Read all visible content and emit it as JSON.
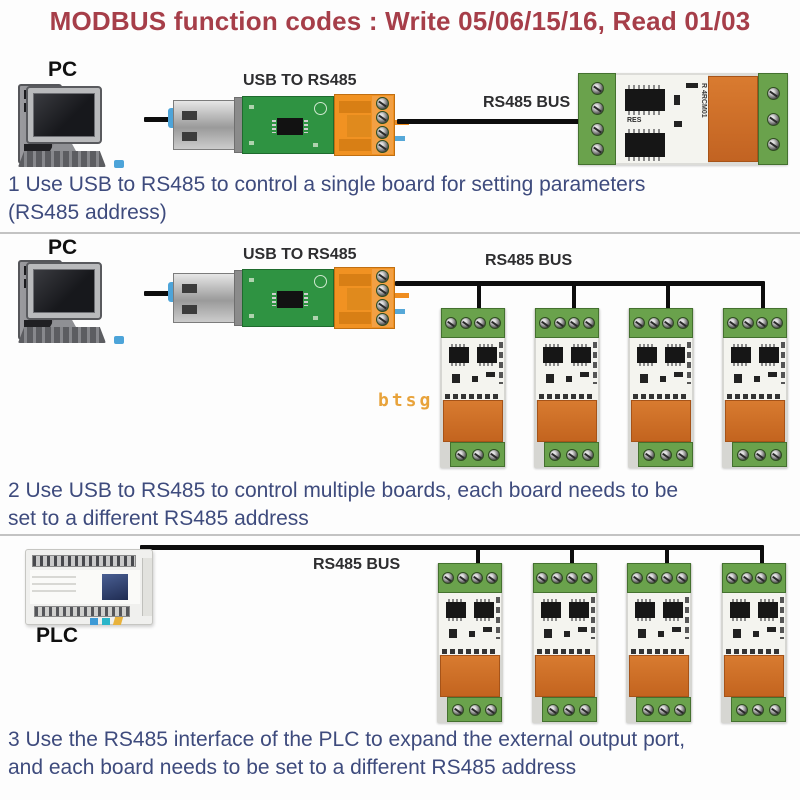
{
  "header": {
    "title": "MODBUS function codes : Write 05/06/15/16, Read 01/03"
  },
  "labels": {
    "pc": "PC",
    "plc": "PLC",
    "usb_adapter": "USB TO RS485",
    "bus": "RS485 BUS"
  },
  "board_markings": {
    "res": "RES",
    "model": "R 4RCM01"
  },
  "captions": {
    "section1": [
      "1 Use USB to RS485 to control a single board for setting parameters",
      "(RS485 address)"
    ],
    "section2": [
      "2 Use USB to RS485 to control multiple boards, each board needs to be",
      "set to a different RS485 address"
    ],
    "section3": [
      "3 Use the RS485 interface of the PLC to expand the external output port,",
      "and each board needs to be set to a different RS485 address"
    ]
  },
  "watermark": {
    "text": "btsg"
  },
  "colors": {
    "header_text": "#a63e49",
    "caption_text": "#3e4b7d",
    "watermark": "#e8a33b",
    "pcb_green": "#2f9342",
    "terminal_green": "#6aa24c",
    "relay_orange": "#cd6d26",
    "adapter_orange": "#f19222",
    "line_black": "#0d0d0d",
    "divider_gray": "#c3c3c3"
  }
}
